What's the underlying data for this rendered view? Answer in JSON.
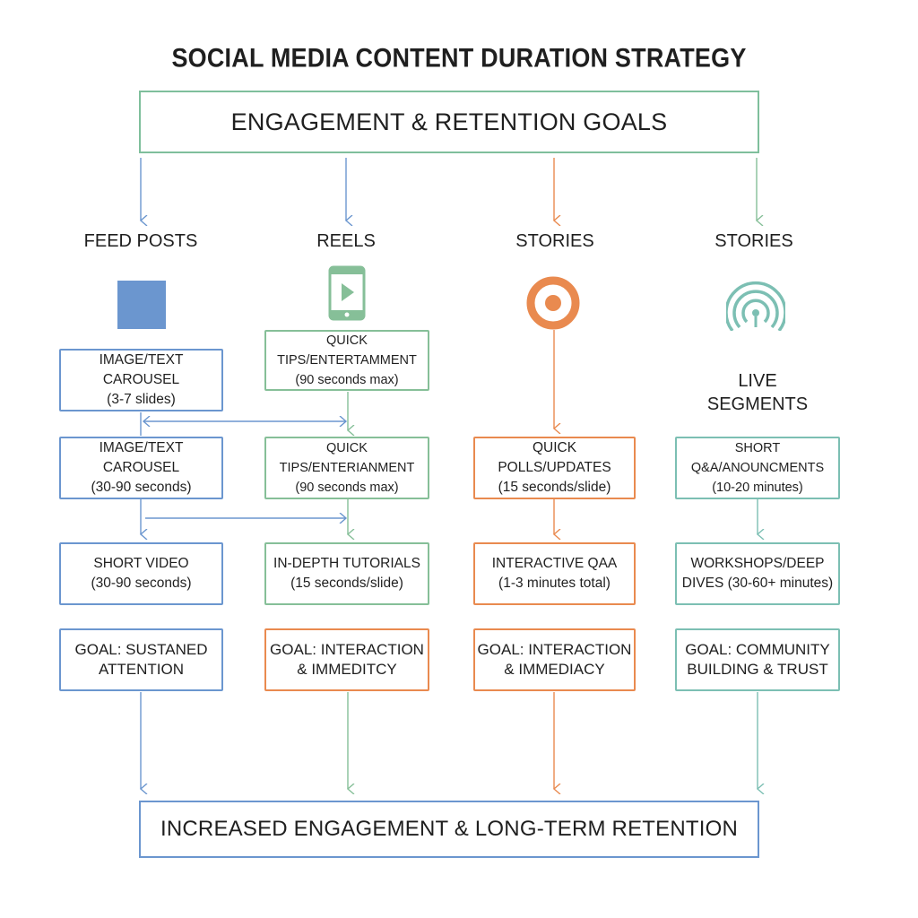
{
  "title": "SOCIAL MEDIA CONTENT DURATION STRATEGY",
  "top_banner": "ENGAGEMENT & RETENTION GOALS",
  "bottom_banner": "INCREASED ENGAGEMENT & LONG-TERM RETENTION",
  "colors": {
    "blue": "#6b96cf",
    "green": "#86bf98",
    "orange": "#e98a4f",
    "teal": "#7cbfb3"
  },
  "columns": [
    {
      "heading": "FEED POSTS",
      "icon": "square-icon",
      "boxes": [
        {
          "line1": "IMAGE/TEXT CAROUSEL",
          "line2": "(3-7 slides)"
        },
        {
          "line1": "IMAGE/TEXT CAROUSEL",
          "line2": "(30-90 seconds)"
        },
        {
          "line1": "SHORT VIDEO",
          "line2": "(30-90 seconds)"
        }
      ],
      "goal": {
        "line1": "GOAL: SUSTANED",
        "line2": "ATTENTION"
      }
    },
    {
      "heading": "REELS",
      "icon": "phone-play-icon",
      "boxes": [
        {
          "line1": "QUICK TIPS/ENTERTAMMENT",
          "line2": "(90 seconds max)"
        },
        {
          "line1": "QUICK TIPS/ENTERIANMENT",
          "line2": "(90 seconds max)"
        },
        {
          "line1": "IN-DEPTH TUTORIALS",
          "line2": "(15 seconds/slide)"
        }
      ],
      "goal": {
        "line1": "GOAL: INTERACTION",
        "line2": "& IMMEDITCY"
      }
    },
    {
      "heading": "STORIES",
      "icon": "target-icon",
      "boxes": [
        {
          "line1": "QUICK POLLS/UPDATES",
          "line2": "(15 seconds/slide)"
        },
        {
          "line1": "INTERACTIVE QAA",
          "line2": "(1-3 minutes total)"
        }
      ],
      "goal": {
        "line1": "GOAL: INTERACTION",
        "line2": "& IMMEDIACY"
      }
    },
    {
      "heading": "STORIES",
      "icon": "broadcast-icon",
      "label": {
        "line1": "LIVE",
        "line2": "SEGMENTS"
      },
      "boxes": [
        {
          "line1": "SHORT Q&A/ANOUNCMENTS",
          "line2": "(10-20 minutes)"
        },
        {
          "line1": "WORKSHOPS/DEEP",
          "line2": "DIVES (30-60+ minutes)"
        }
      ],
      "goal": {
        "line1": "GOAL: COMMUNITY",
        "line2": "BUILDING & TRUST"
      }
    }
  ]
}
